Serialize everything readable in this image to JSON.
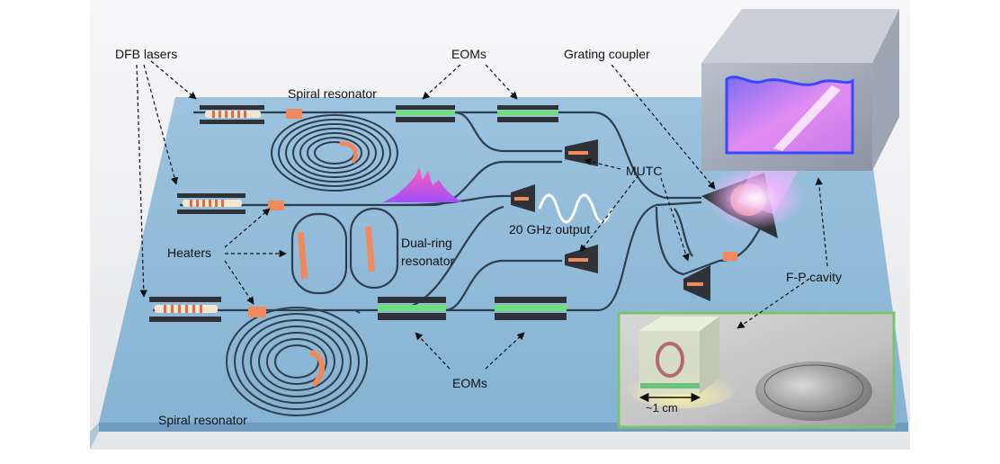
{
  "labels": {
    "dfb_lasers": "DFB lasers",
    "eoms_top": "EOMs",
    "grating_coupler": "Grating coupler",
    "spiral_resonator_top": "Spiral resonator",
    "mutc": "MUTC",
    "output_20ghz": "20 GHz output",
    "heaters": "Heaters",
    "dual_ring_line1": "Dual-ring",
    "dual_ring_line2": "resonator",
    "fp_cavity": "F-P cavity",
    "eoms_bottom": "EOMs",
    "spiral_resonator_bottom": "Spiral resonator",
    "inset_scale": "~1 cm"
  },
  "colors": {
    "background": "#f2f2f4",
    "chip_top": "#8db8d6",
    "chip_edge": "#6f9dbf",
    "waveguide": "#2d3e4e",
    "heater": "#f08a5c",
    "eom_green": "#6ee07a",
    "electrode": "#2f3338",
    "cavity_glow": "#d780ff",
    "inset_border": "#7cc46b"
  }
}
